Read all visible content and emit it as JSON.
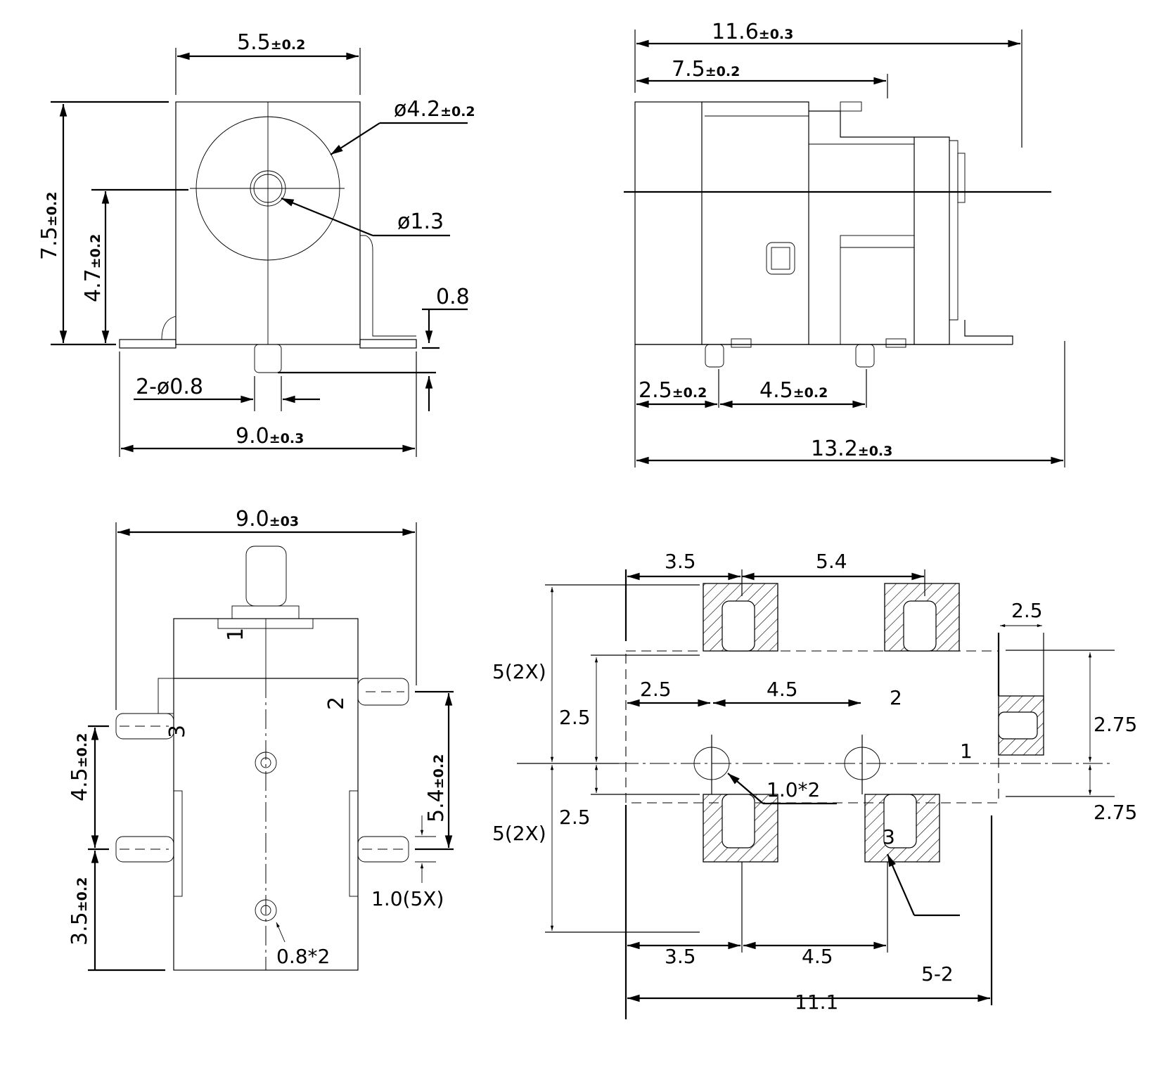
{
  "drawing": {
    "title": "DC power jack mechanical drawing",
    "stroke_color": "#000000",
    "background": "#ffffff"
  },
  "front_view": {
    "width_top": {
      "value": "5.5",
      "tol": "±0.2"
    },
    "diameter_outer": {
      "value": "ø4.2",
      "tol": "±0.2"
    },
    "diameter_pin": {
      "value": "ø1.3"
    },
    "height_total": {
      "value": "7.5",
      "tol": "±0.2"
    },
    "height_center": {
      "value": "4.7",
      "tol": "±0.2"
    },
    "pin_depth": {
      "value": "0.8"
    },
    "pin_callout": {
      "value": "2-ø0.8"
    },
    "width_base": {
      "value": "9.0",
      "tol": "±0.3"
    }
  },
  "side_view": {
    "length_body": {
      "value": "11.6",
      "tol": "±0.3"
    },
    "length_front": {
      "value": "7.5",
      "tol": "±0.2"
    },
    "pin_offset": {
      "value": "2.5",
      "tol": "±0.2"
    },
    "pin_pitch": {
      "value": "4.5",
      "tol": "±0.2"
    },
    "length_total": {
      "value": "13.2",
      "tol": "±0.3"
    }
  },
  "bottom_view": {
    "width": {
      "value": "9.0",
      "tol": "±03"
    },
    "pin_labels": [
      "1",
      "2",
      "3"
    ],
    "pitch_left": {
      "value": "4.5",
      "tol": "±0.2"
    },
    "offset_left": {
      "value": "3.5",
      "tol": "±0.2"
    },
    "pitch_right": {
      "value": "5.4",
      "tol": "±0.2"
    },
    "pin_width": {
      "value": "1.0(5X)"
    },
    "hole_callout": {
      "value": "0.8*2"
    }
  },
  "pcb_layout": {
    "top_left": "3.5",
    "top_pitch": "5.4",
    "right_width": "2.5",
    "left_half_upper": "5(2X)",
    "left_half_lower": "5(2X)",
    "inner_upper": "2.5",
    "inner_lower": "2.5",
    "hole_offset": "2.5",
    "hole_pitch": "4.5",
    "hole_callout": "1.0*2",
    "right_upper": "2.75",
    "right_lower": "2.75",
    "bottom_left": "3.5",
    "bottom_pitch": "4.5",
    "slot_callout": "5-2",
    "overall": "11.1",
    "pad_labels": [
      "1",
      "2",
      "3"
    ]
  }
}
